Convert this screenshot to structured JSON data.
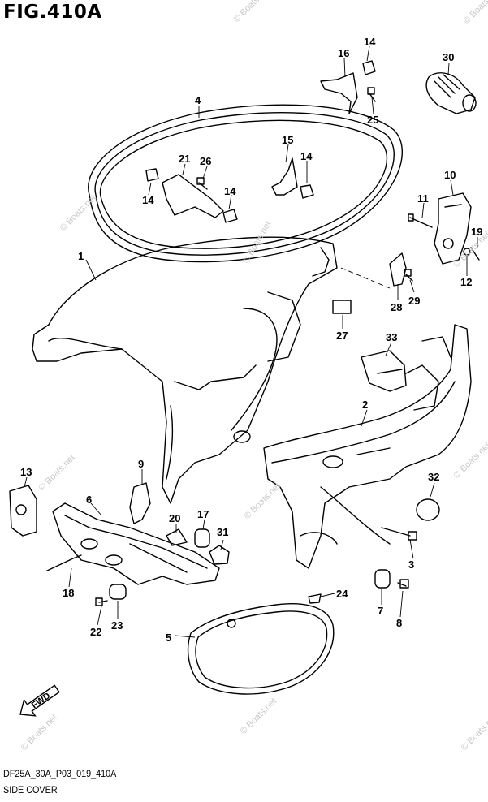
{
  "figure": {
    "title": "FIG.410A",
    "code": "DF25A_30A_P03_019_410A",
    "caption": "SIDE COVER",
    "watermark": "© Boats.net",
    "fwd_label": "FWD"
  },
  "callouts": [
    "1",
    "2",
    "3",
    "4",
    "5",
    "6",
    "7",
    "8",
    "9",
    "10",
    "11",
    "12",
    "13",
    "14",
    "14",
    "14",
    "14",
    "15",
    "16",
    "17",
    "18",
    "19",
    "20",
    "21",
    "22",
    "23",
    "24",
    "25",
    "26",
    "27",
    "28",
    "29",
    "30",
    "31",
    "32",
    "33"
  ],
  "colors": {
    "line": "#000000",
    "watermark": "#c8c8c8",
    "background": "#ffffff"
  }
}
